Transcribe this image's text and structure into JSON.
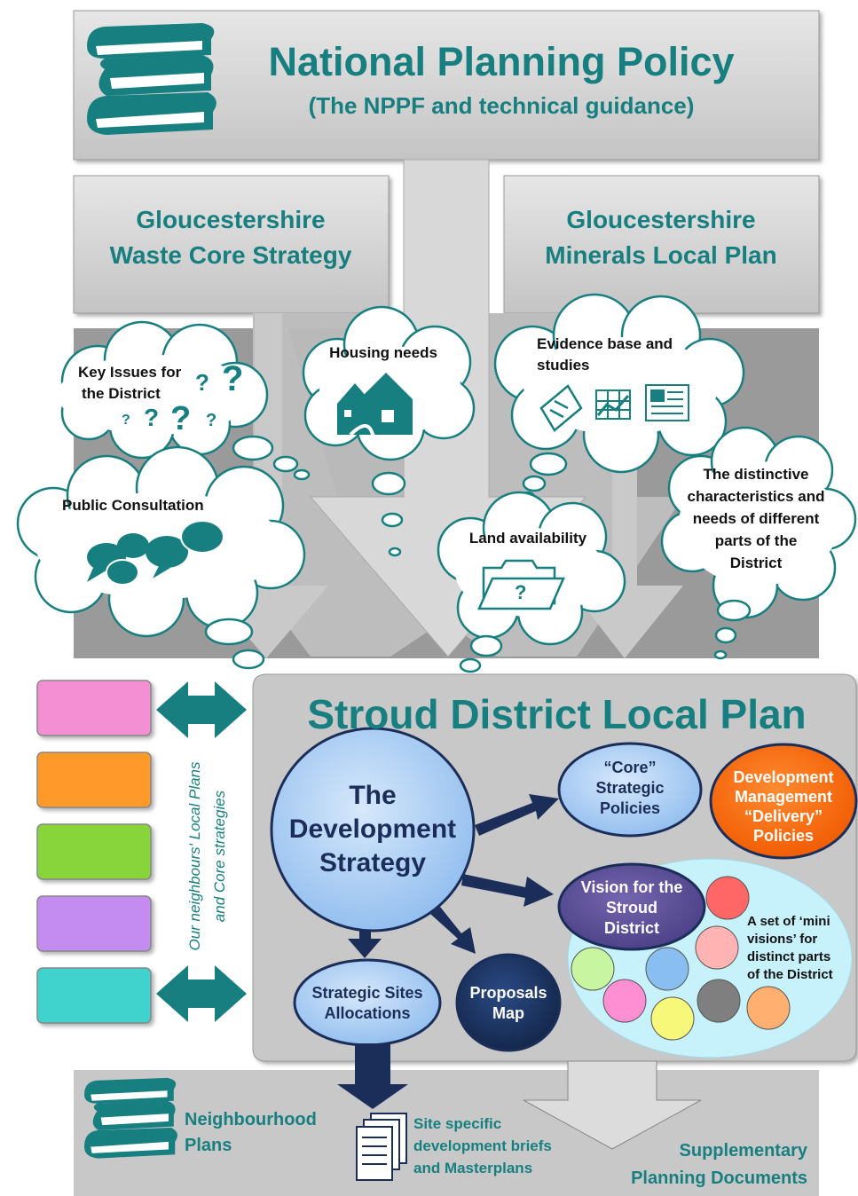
{
  "header": {
    "title": "National Planning Policy",
    "subtitle": "(The NPPF and technical guidance)"
  },
  "county_plans": {
    "waste_line1": "Gloucestershire",
    "waste_line2": "Waste Core Strategy",
    "minerals_line1": "Gloucestershire",
    "minerals_line2": "Minerals Local Plan"
  },
  "clouds": {
    "key_issues_line1": "Key Issues for",
    "key_issues_line2": "the District",
    "housing": "Housing needs",
    "evidence_line1": "Evidence base and",
    "evidence_line2": "studies",
    "consultation": "Public Consultation",
    "land": "Land availability",
    "distinctive_lines": [
      "The distinctive",
      "characteristics and",
      "needs of different",
      "parts of the",
      "District"
    ]
  },
  "local_plan": {
    "title": "Stroud District Local Plan",
    "neighbours_line1": "Our neighbours' Local Plans",
    "neighbours_line2": "and Core strategies",
    "development_strategy": [
      "The",
      "Development",
      "Strategy"
    ],
    "core_policies": [
      "“Core”",
      "Strategic",
      "Policies"
    ],
    "dm_policies": [
      "Development",
      "Management",
      "“Delivery”",
      "Policies"
    ],
    "vision": [
      "Vision for the",
      "Stroud",
      "District"
    ],
    "mini_visions": [
      "A set of ‘mini",
      "visions’ for",
      "distinct parts",
      "of the District"
    ],
    "strategic_sites": [
      "Strategic Sites",
      "Allocations"
    ],
    "proposals_map": [
      "Proposals",
      "Map"
    ]
  },
  "footer": {
    "neighbourhood_line1": "Neighbourhood",
    "neighbourhood_line2": "Plans",
    "site_specific": [
      "Site specific",
      "development briefs",
      "and Masterplans"
    ],
    "spd_line1": "Supplementary",
    "spd_line2": "Planning Documents"
  },
  "colors": {
    "teal": "#177f80",
    "grey_box": "#d0d0d0",
    "dark_grey": "#8c8c8c",
    "light_blue": "#a9cdf5",
    "navy": "#1b2e5a",
    "orange": "#ff6600",
    "purple": "#5b4f96",
    "neighbour_boxes": [
      "#f58fd3",
      "#ff9a2a",
      "#88d43a",
      "#c48cf0",
      "#3fd2cc"
    ],
    "mini_circles": [
      "#ff6666",
      "#ffb3b3",
      "#c8f5a0",
      "#88bff0",
      "#ff8fd3",
      "#f7f77a",
      "#7f7f7f",
      "#ffb070"
    ]
  },
  "icons": [
    "books-icon",
    "question-marks-icon",
    "houses-icon",
    "clipboard-icon",
    "chart-icon",
    "document-icon",
    "speech-bubbles-icon",
    "folder-question-icon",
    "papers-icon"
  ]
}
